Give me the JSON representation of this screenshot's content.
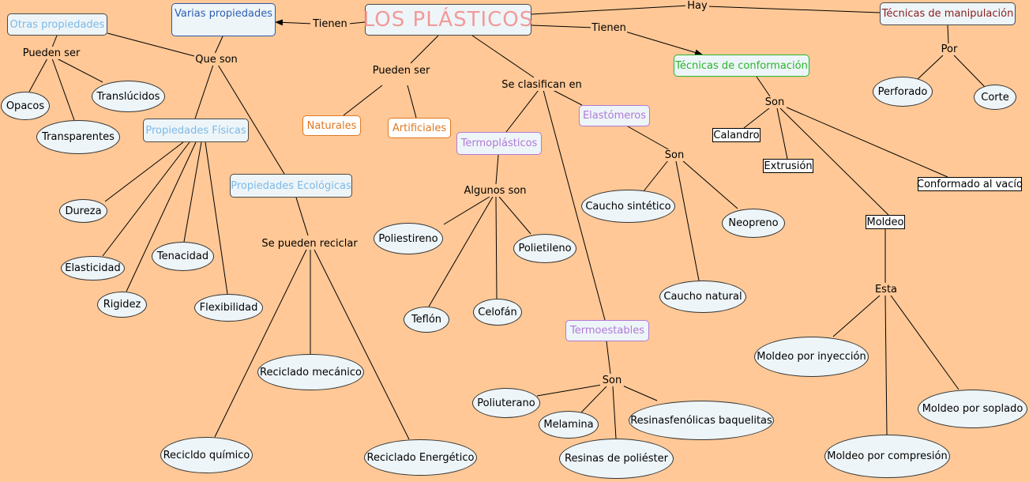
{
  "colors": {
    "background": "#FFC896",
    "root_text": "#F29A9A",
    "light_blue": "#7DB9E8",
    "blue": "#2E5FB5",
    "orange": "#E07820",
    "purple": "#B07AD8",
    "green": "#2BB52B",
    "dark_red": "#8B1E1E"
  },
  "nodes": {
    "root": "LOS PLÁSTICOS",
    "varias_propiedades": "Varias propiedades",
    "otras_propiedades": "Otras propiedades",
    "tecnicas_manipulacion": "Técnicas de manipulación",
    "tecnicas_conformacion": "Técnicas de conformación",
    "propiedades_fisicas": "Propiedades Físicas",
    "propiedades_ecologicas": "Propiedades Ecológicas",
    "naturales": "Naturales",
    "artificiales": "Artificiales",
    "termoplasticos": "Termoplásticos",
    "elastomeros": "Elastómeros",
    "termoestables": "Termoestables",
    "opacos": "Opacos",
    "translucidos": "Translúcidos",
    "transparentes": "Transparentes",
    "dureza": "Dureza",
    "elasticidad": "Elasticidad",
    "tenacidad": "Tenacidad",
    "rigidez": "Rigidez",
    "flexibilidad": "Flexibilidad",
    "reciclado_mecanico": "Reciclado mecánico",
    "reciclado_quimico": "Recicldo químico",
    "reciclado_energetico": "Reciclado Energético",
    "poliestireno": "Poliestireno",
    "polietileno": "Polietileno",
    "teflon": "Teflón",
    "celofan": "Celofán",
    "caucho_sintetico": "Caucho sintético",
    "neopreno": "Neopreno",
    "caucho_natural": "Caucho natural",
    "poliuterano": "Poliuterano",
    "melamina": "Melamina",
    "resinas_fenolicas": "Resinasfenólicas baquelitas",
    "resinas_poliester": "Resinas de poliéster",
    "perforado": "Perforado",
    "corte": "Corte",
    "calandro": "Calandro",
    "extrusion": "Extrusión",
    "conformado_vacio": "Conformado al vacío",
    "moldeo": "Moldeo",
    "moldeo_inyeccion": "Moldeo por inyección",
    "moldeo_soplado": "Moldeo por soplado",
    "moldeo_compresion": "Moldeo por compresión"
  },
  "links": {
    "tienen_left": "Tienen",
    "tienen_right": "Tienen",
    "hay": "Hay",
    "pueden_ser_left": "Pueden ser",
    "que_son": "Que son",
    "pueden_ser_mid": "Pueden ser",
    "se_clasifican": "Se clasifican en",
    "por": "Por",
    "son_conf": "Son",
    "son_elast": "Son",
    "algunos_son": "Algunos son",
    "se_pueden_reciclar": "Se pueden reciclar",
    "son_termo": "Son",
    "esta": "Esta"
  }
}
